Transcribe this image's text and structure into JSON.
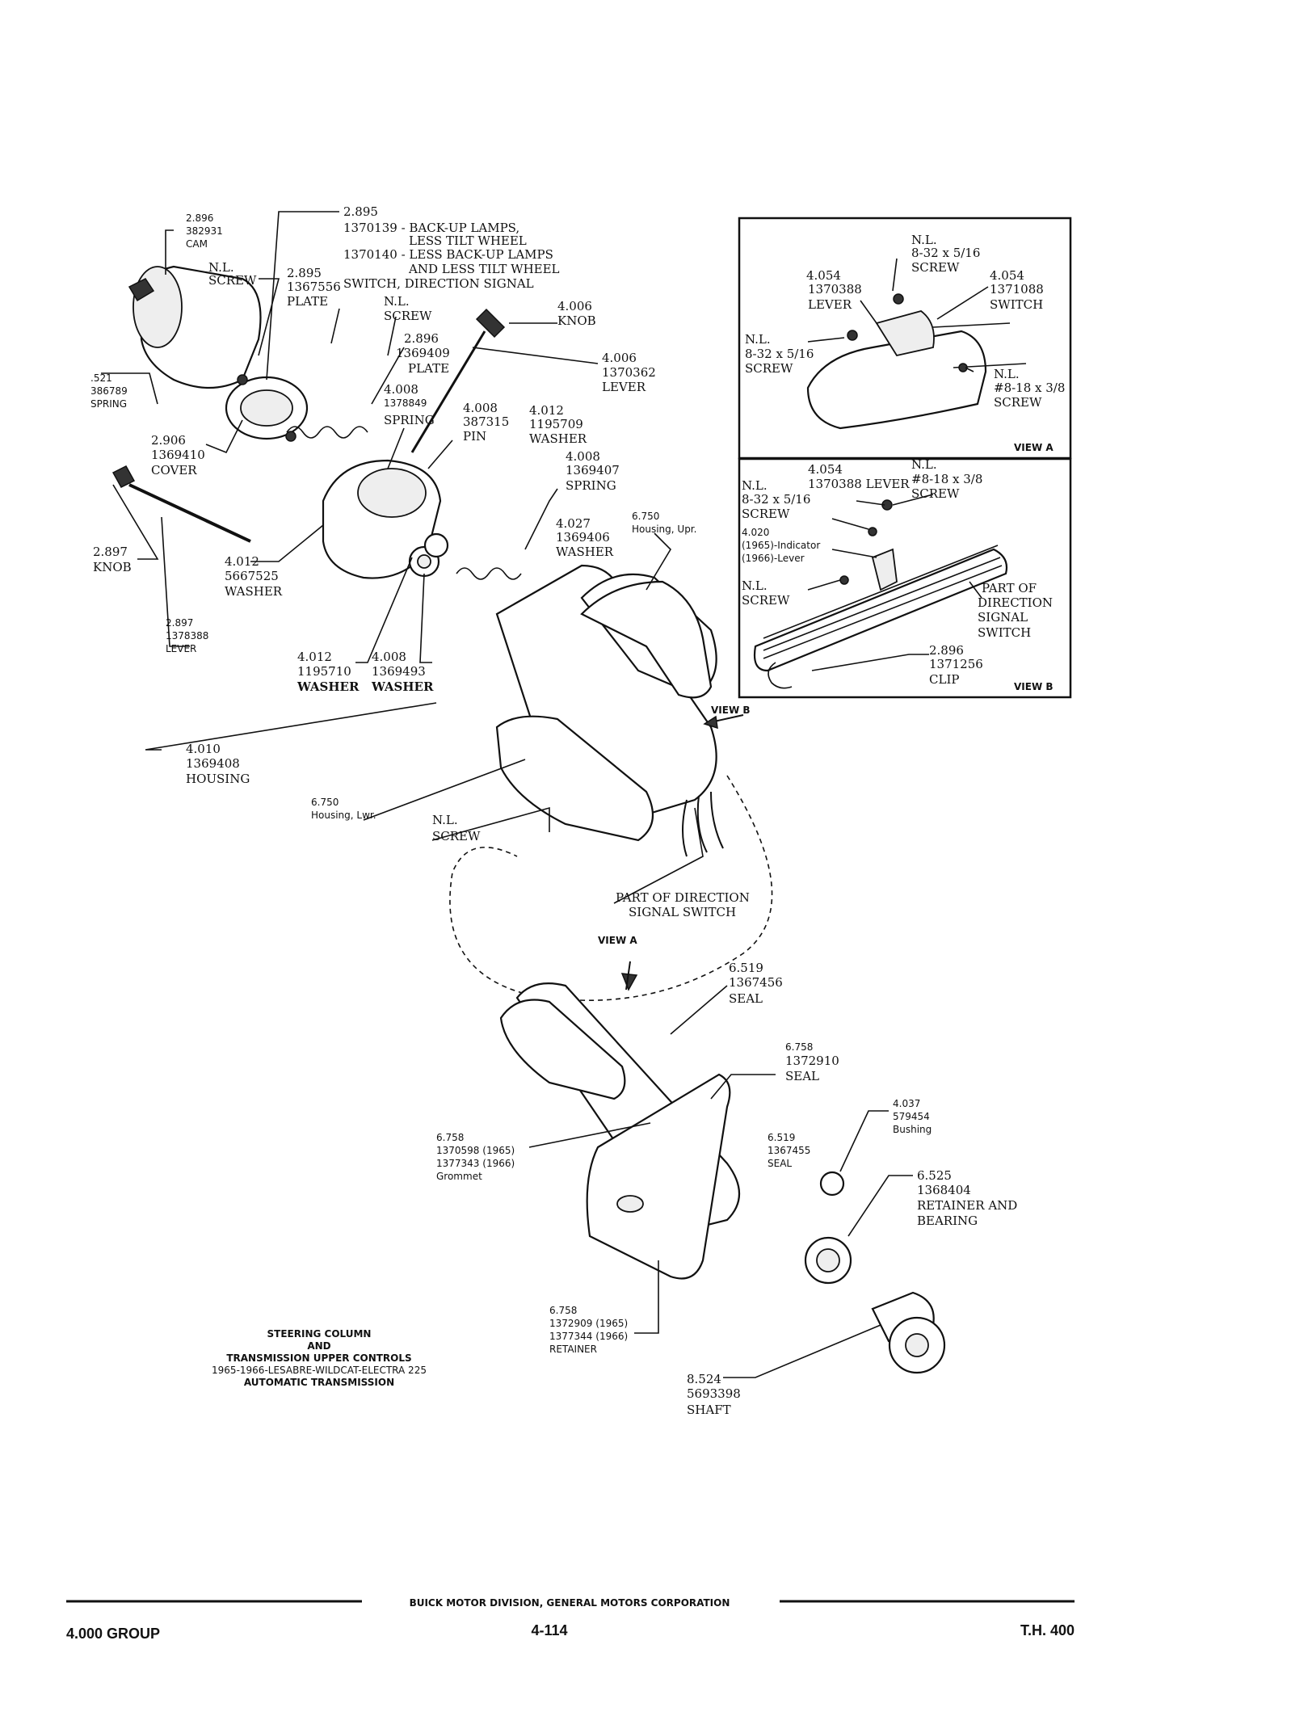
{
  "callouts": {
    "cam": [
      "2.896",
      "382931",
      "CAM"
    ],
    "nl_screw_top": [
      "N.L.",
      "SCREW"
    ],
    "switch_desc": {
      "code": "2.895",
      "rows": [
        "1370139 - BACK-UP LAMPS,",
        "LESS TILT WHEEL",
        "1370140 - LESS BACK-UP LAMPS",
        "AND LESS TILT WHEEL",
        "SWITCH, DIRECTION SIGNAL"
      ]
    },
    "plate_a": [
      "2.895",
      "1367556",
      "PLATE"
    ],
    "nl_screw_2": [
      "N.L.",
      "SCREW"
    ],
    "knob_right": [
      "4.006",
      "KNOB"
    ],
    "plate_b": [
      "2.896",
      "1369409",
      "PLATE"
    ],
    "lever_4006": [
      "4.006",
      "1370362",
      "LEVER"
    ],
    "spring_left": [
      ".521",
      "386789",
      "SPRING"
    ],
    "spring_4008": [
      "4.008",
      "1378849",
      "SPRING"
    ],
    "pin": [
      "4.008",
      "387315",
      "PIN"
    ],
    "washer_1195709": [
      "4.012",
      "1195709",
      "WASHER"
    ],
    "cover": [
      "2.906",
      "1369410",
      "COVER"
    ],
    "spring_1369407": [
      "4.008",
      "1369407",
      "SPRING"
    ],
    "knob_left": [
      "2.897",
      "KNOB"
    ],
    "washer_5667525": [
      "4.012",
      "5667525",
      "WASHER"
    ],
    "washer_1369406": [
      "4.027",
      "1369406",
      "WASHER"
    ],
    "housing_upr": [
      "6.750",
      "Housing, Upr."
    ],
    "lever_2897": [
      "2.897",
      "1378388",
      "LEVER"
    ],
    "washer_1195710": [
      "4.012",
      "1195710",
      "WASHER"
    ],
    "washer_1369493": [
      "4.008",
      "1369493",
      "WASHER"
    ],
    "housing_1369408": [
      "4.010",
      "1369408",
      "HOUSING"
    ],
    "housing_lwr": [
      "6.750",
      "Housing, Lwr."
    ],
    "nl_screw_3": [
      "N.L.",
      "SCREW"
    ],
    "part_of_dir": [
      "PART OF DIRECTION",
      "SIGNAL SWITCH"
    ],
    "view_a_label": "VIEW A",
    "view_b_label": "VIEW B",
    "seal_1367456": [
      "6.519",
      "1367456",
      "SEAL"
    ],
    "seal_1372910": [
      "6.758",
      "1372910",
      "SEAL"
    ],
    "bushing": [
      "4.037",
      "579454",
      "Bushing"
    ],
    "grommet": [
      "6.758",
      "1370598 (1965)",
      "1377343 (1966)",
      "Grommet"
    ],
    "seal_1367455": [
      "6.519",
      "1367455",
      "SEAL"
    ],
    "retainer_bearing": [
      "6.525",
      "1368404",
      "RETAINER AND",
      "BEARING"
    ],
    "retainer": [
      "6.758",
      "1372909 (1965)",
      "1377344 (1966)",
      "RETAINER"
    ],
    "shaft": [
      "8.524",
      "5693398",
      "SHAFT"
    ]
  },
  "view_a_box": {
    "title": "VIEW A",
    "screw_top": [
      "N.L.",
      "8-32 x 5/16",
      "SCREW"
    ],
    "lever": [
      "4.054",
      "1370388",
      "LEVER"
    ],
    "switch": [
      "4.054",
      "1371088",
      "SWITCH"
    ],
    "screw_left": [
      "N.L.",
      "8-32 x 5/16",
      "SCREW"
    ],
    "screw_right": [
      "N.L.",
      "#8-18 x 3/8",
      "SCREW"
    ]
  },
  "view_b_box": {
    "title": "VIEW B",
    "lever": [
      "4.054",
      "1370388 LEVER"
    ],
    "screw_right": [
      "N.L.",
      "#8-18 x 3/8",
      "SCREW"
    ],
    "screw_left": [
      "N.L.",
      "8-32 x 5/16",
      "SCREW"
    ],
    "indicator": [
      "4.020",
      "(1965)-Indicator",
      "(1966)-Lever"
    ],
    "screw_lower": [
      "N.L.",
      "SCREW"
    ],
    "part_of_dir": [
      "PART OF",
      "DIRECTION",
      "SIGNAL",
      "SWITCH"
    ],
    "clip": [
      "2.896",
      "1371256",
      "CLIP"
    ]
  },
  "caption": [
    "STEERING COLUMN",
    "AND",
    "TRANSMISSION UPPER CONTROLS",
    "1965-1966-LESABRE-WILDCAT-ELECTRA 225",
    "AUTOMATIC TRANSMISSION"
  ],
  "footer": {
    "division": "BUICK MOTOR DIVISION, GENERAL MOTORS CORPORATION",
    "group": "4.000 GROUP",
    "page": "4-114",
    "model": "T.H. 400"
  }
}
